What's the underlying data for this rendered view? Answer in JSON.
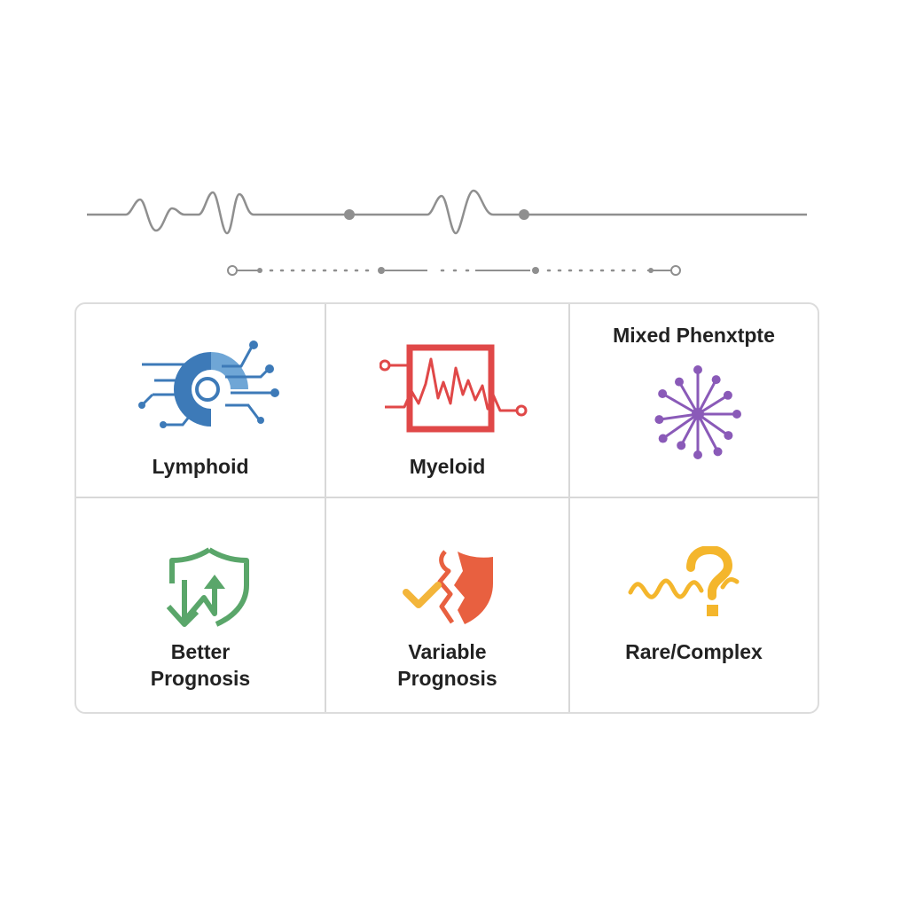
{
  "colors": {
    "line_gray": "#8f8f8f",
    "lymphoid_blue": "#3d7ab8",
    "myeloid_red": "#e04848",
    "mixed_purple": "#8a5ab8",
    "better_green": "#5aa66a",
    "variable_orange": "#e86040",
    "variable_check_yellow": "#f3b53a",
    "rare_yellow": "#f4b62c"
  },
  "cells": [
    {
      "label_lines": [
        "Lymphoid"
      ],
      "icon": "circuit-cell-icon"
    },
    {
      "label_lines": [
        "Myeloid"
      ],
      "icon": "waveform-square-icon"
    },
    {
      "label_lines": [
        "Mixed Phenxtpte"
      ],
      "icon": "starburst-network-icon"
    },
    {
      "label_lines": [
        "Better",
        "Prognosis"
      ],
      "icon": "shield-arrow-up-icon"
    },
    {
      "label_lines": [
        "Variable",
        "Prognosis"
      ],
      "icon": "broken-shield-check-icon"
    },
    {
      "label_lines": [
        "Rare/Complex"
      ],
      "icon": "wave-question-icon"
    }
  ]
}
